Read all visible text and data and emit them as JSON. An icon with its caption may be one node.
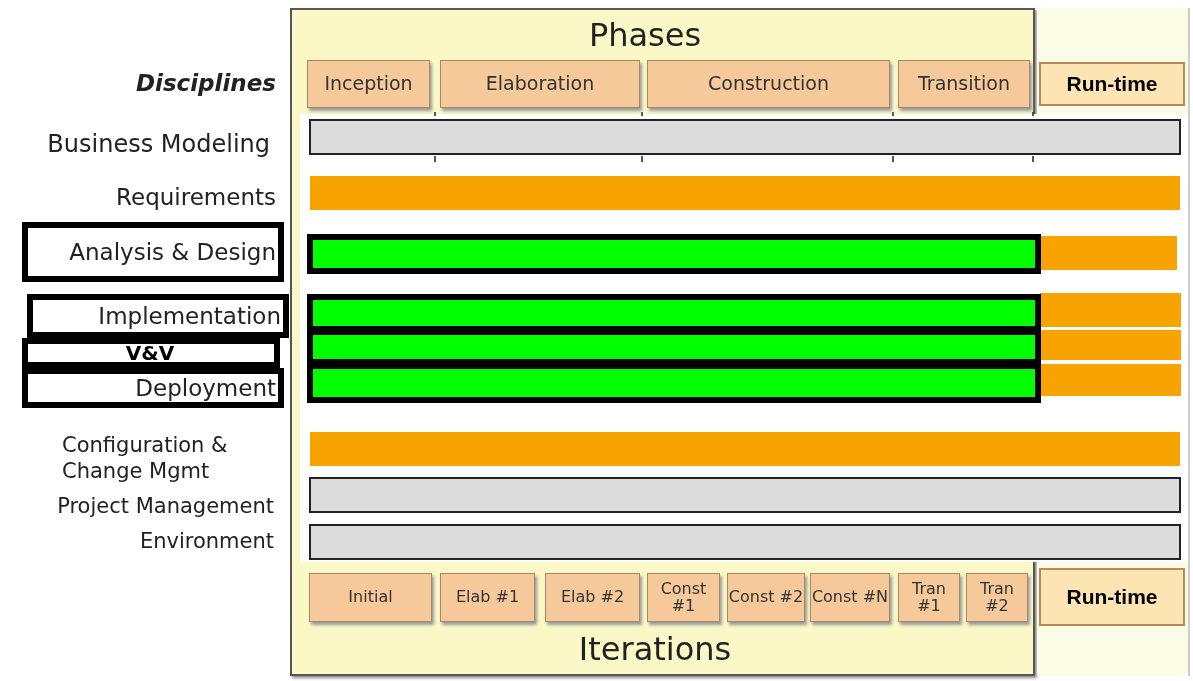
{
  "diagram": {
    "nodes": [
      {
        "text": [
          "Inception"
        ]
      },
      {
        "text": [
          "Elaboration"
        ]
      },
      {
        "text": [
          "Construction"
        ]
      },
      {
        "text": [
          "Transition"
        ]
      },
      {
        "text": [
          "Run-time"
        ]
      },
      {
        "text": [
          "Analysis & Design"
        ]
      },
      {
        "text": [
          "Implementation"
        ]
      },
      {
        "text": [
          "V&V"
        ]
      },
      {
        "text": [
          "Deployment"
        ]
      },
      {
        "text": [
          "Initial"
        ]
      },
      {
        "text": [
          "Elab #1"
        ]
      },
      {
        "text": [
          "Elab #2"
        ]
      },
      {
        "text": [
          "Const #1"
        ]
      },
      {
        "text": [
          "Const #2"
        ]
      },
      {
        "text": [
          "Const #N"
        ]
      },
      {
        "text": [
          "Tran #1"
        ]
      },
      {
        "text": [
          "Tran #2"
        ]
      },
      {
        "text": [
          "Run-time"
        ]
      }
    ],
    "labels": [
      "Phases",
      "Disciplines",
      "Business Modeling",
      "Requirements",
      "Configuration & Change Mgmt",
      "Project Management",
      "Environment",
      "Iterations"
    ]
  }
}
